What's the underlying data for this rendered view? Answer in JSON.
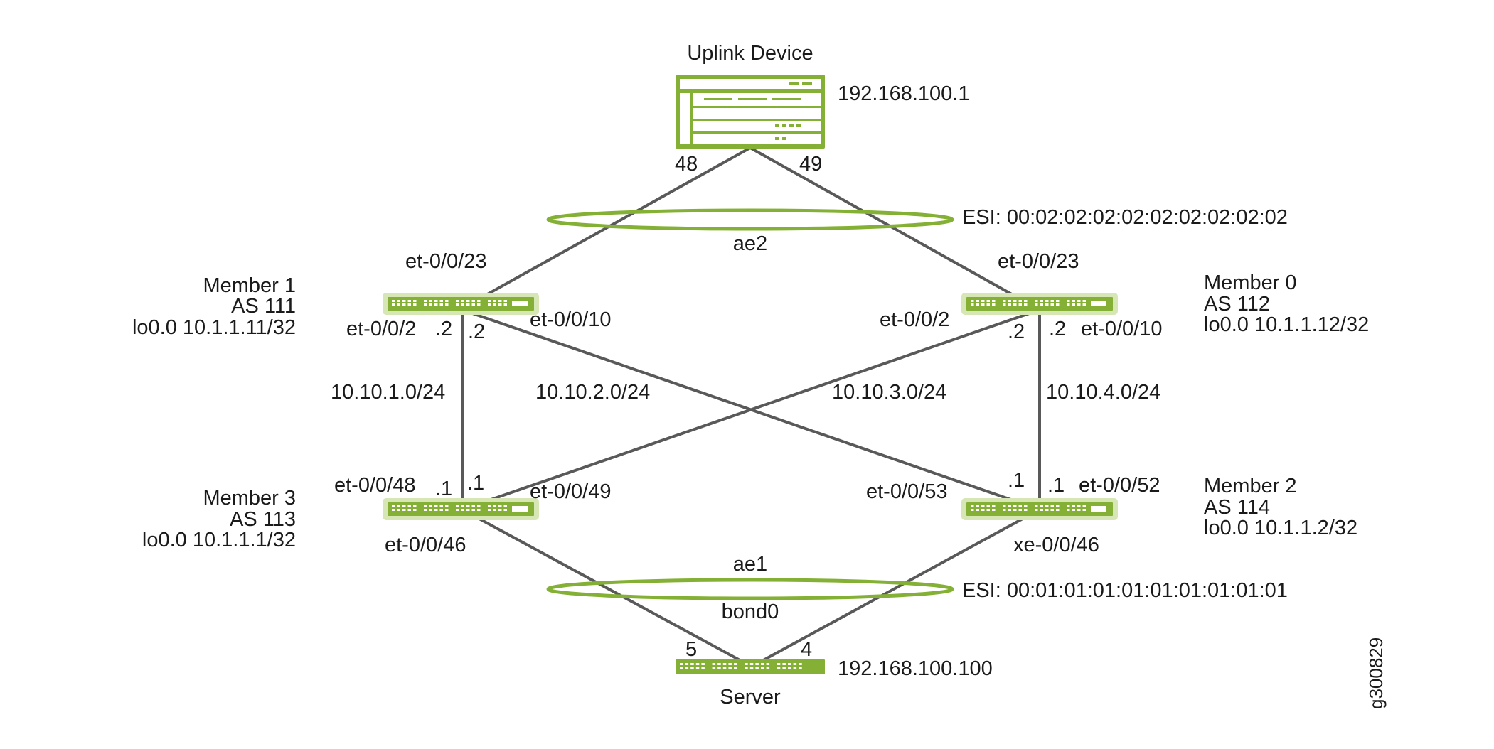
{
  "colors": {
    "accent": "#84b135",
    "accent_light": "#d6e6b4",
    "line": "#595959",
    "text": "#1a1a1a"
  },
  "uplink": {
    "title": "Uplink Device",
    "ip": "192.168.100.1",
    "port_left": "48",
    "port_right": "49"
  },
  "ae2": {
    "label": "ae2",
    "esi": "ESI: 00:02:02:02:02:02:02:02:02:02"
  },
  "ae1": {
    "label": "ae1",
    "bond": "bond0",
    "esi": "ESI: 00:01:01:01:01:01:01:01:01:01"
  },
  "member1": {
    "name": "Member 1",
    "as": "AS 111",
    "lo": "lo0.0  10.1.1.11/32",
    "uplink_port": "et-0/0/23",
    "port_down": "et-0/0/2",
    "addr_down": ".2",
    "port_cross": "et-0/0/10",
    "addr_cross": ".2"
  },
  "member0": {
    "name": "Member 0",
    "as": "AS 112",
    "lo": "lo0.0  10.1.1.12/32",
    "uplink_port": "et-0/0/23",
    "port_cross": "et-0/0/2",
    "addr_cross": ".2",
    "port_down": "et-0/0/10",
    "addr_down": ".2"
  },
  "member3": {
    "name": "Member 3",
    "as": "AS 113",
    "lo": "lo0.0  10.1.1.1/32",
    "port_up": "et-0/0/48",
    "addr_up": ".1",
    "port_cross": "et-0/0/49",
    "addr_cross": ".1",
    "server_port": "et-0/0/46"
  },
  "member2": {
    "name": "Member 2",
    "as": "AS 114",
    "lo": "lo0.0  10.1.1.2/32",
    "port_cross": "et-0/0/53",
    "addr_cross": ".1",
    "port_up": "et-0/0/52",
    "addr_up": ".1",
    "server_port": "xe-0/0/46"
  },
  "subnets": {
    "s1": "10.10.1.0/24",
    "s2": "10.10.2.0/24",
    "s3": "10.10.3.0/24",
    "s4": "10.10.4.0/24"
  },
  "server": {
    "title": "Server",
    "ip": "192.168.100.100",
    "port_left": "5",
    "port_right": "4"
  },
  "figure_id": "g300829"
}
